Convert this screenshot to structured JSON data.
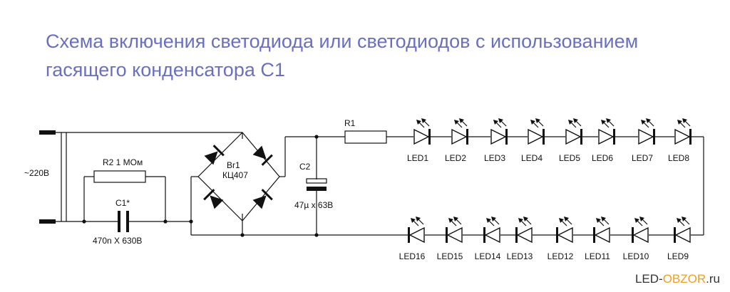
{
  "title": {
    "line1": "Схема включения светодиода или светодиодов с использованием",
    "line2": "гасящего конденсатора С1"
  },
  "labels": {
    "input": "~220В",
    "r2": "R2  1 МОм",
    "c1": "C1*",
    "c1_value": "470n X 630В",
    "bridge_ref": "Br1",
    "bridge_part": "КЦ407",
    "c2": "C2",
    "c2_value": "47µ x 63В",
    "r1": "R1"
  },
  "leds_top": [
    "LED1",
    "LED2",
    "LED3",
    "LED4",
    "LED5",
    "LED6",
    "LED7",
    "LED8"
  ],
  "leds_bottom": [
    "LED16",
    "LED15",
    "LED14",
    "LED13",
    "LED12",
    "LED11",
    "LED10",
    "LED9"
  ],
  "watermark": {
    "part1": "LED-",
    "part2": "OBZOR",
    "part3": ".ru"
  },
  "colors": {
    "title": "#6a6fc0",
    "wire": "#111111",
    "watermark_accent": "#f0a020"
  }
}
